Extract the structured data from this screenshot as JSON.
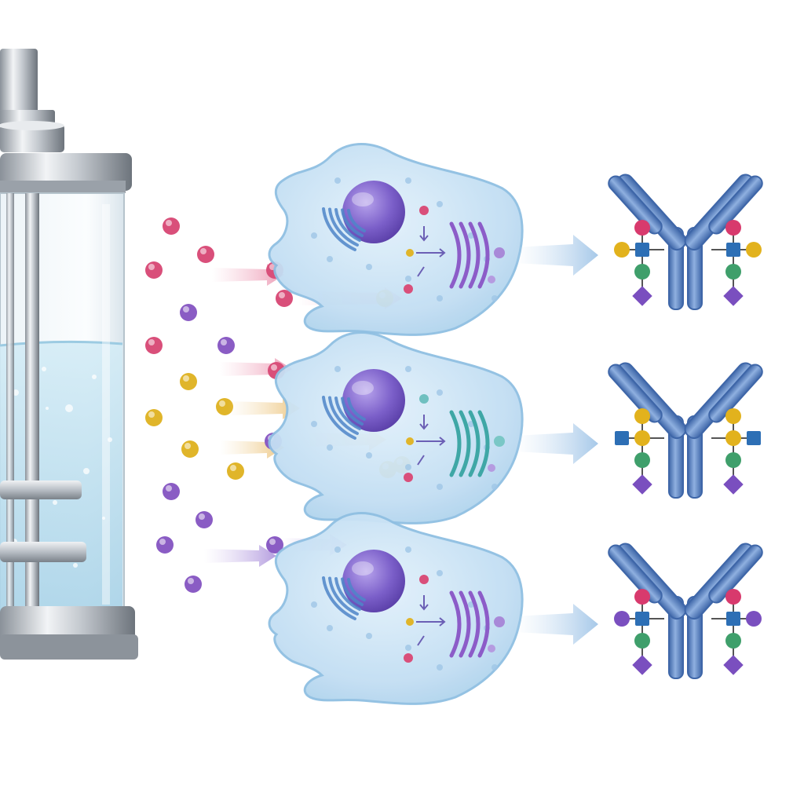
{
  "colors": {
    "background": "#ffffff",
    "steel_light": "#e6e9ec",
    "steel_mid": "#b3b9c0",
    "steel_dark": "#6d747c",
    "glass": "#eef5f9",
    "medium": "#bfe0ef",
    "cell_body": "#bcdcf3",
    "cell_outline": "#8fbfe2",
    "nucleus": "#7b5fc9",
    "er": "#4f86c9",
    "golgi_purple": "#8c5cc8",
    "golgi_teal": "#3fa7a6",
    "arrow": "#9cc2e6",
    "antibody": "#5b86c7",
    "antibody_dark": "#3e66a8",
    "glycan_pink": "#d83a6d",
    "glycan_gold": "#e2b21d",
    "glycan_blue": "#2d6fb5",
    "glycan_green": "#3f9f6b",
    "glycan_violet": "#7a4fbf",
    "nutrient_pink": "#d94f7a",
    "nutrient_purple": "#8a5cc4",
    "nutrient_gold": "#e0b52a"
  },
  "icons": [
    "bioreactor-icon",
    "nutrient-molecule-icon",
    "cell-icon",
    "nucleus-icon",
    "golgi-icon",
    "flow-arrow-icon",
    "antibody-icon",
    "glycan-icon"
  ],
  "rows": [
    {
      "id": "top",
      "golgi": "purple",
      "nutrients": [
        "pink",
        "pink",
        "pink",
        "pink",
        "purple"
      ],
      "glycan": {
        "left": [
          "pink",
          "gold",
          "blue",
          "green",
          "violet"
        ],
        "right": [
          "pink",
          "gold",
          "blue",
          "green",
          "violet"
        ]
      }
    },
    {
      "id": "middle",
      "golgi": "teal",
      "nutrients": [
        "pink",
        "gold",
        "gold",
        "gold",
        "purple"
      ],
      "glycan": {
        "left": [
          "gold",
          "blue",
          "gold",
          "green",
          "violet"
        ],
        "right": [
          "gold",
          "blue",
          "gold",
          "green",
          "violet"
        ]
      }
    },
    {
      "id": "bottom",
      "golgi": "purple",
      "nutrients": [
        "purple",
        "purple",
        "purple",
        "purple",
        "purple"
      ],
      "glycan": {
        "left": [
          "pink",
          "violet",
          "blue",
          "green",
          "violet"
        ],
        "right": [
          "pink",
          "violet",
          "blue",
          "green",
          "violet"
        ]
      }
    }
  ]
}
